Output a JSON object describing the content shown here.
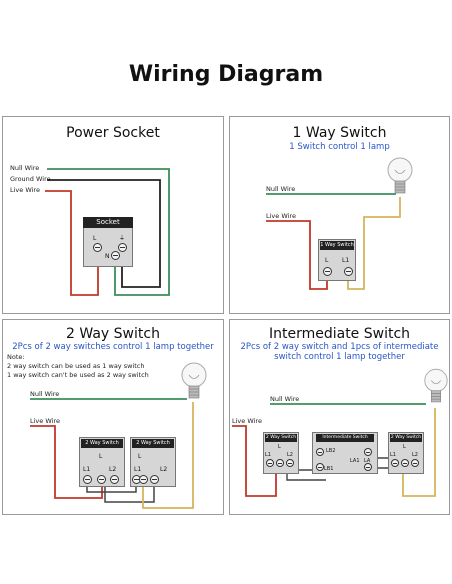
{
  "title": "Wiring Diagram",
  "colors": {
    "null_wire": "#3a8f5a",
    "ground_wire": "#222222",
    "live_wire": "#c0392b",
    "lamp_wire": "#d6b45c",
    "subtitle": "#2a55c8"
  },
  "power_socket": {
    "title": "Power Socket",
    "labels": {
      "null": "Null Wire",
      "ground": "Ground Wire",
      "live": "Live Wire"
    },
    "box_label": "Socket",
    "terminals": {
      "l": "L",
      "n": "N",
      "e": "⏚"
    }
  },
  "one_way": {
    "title": "1 Way Switch",
    "subtitle": "1 Switch control 1 lamp",
    "labels": {
      "null": "Null Wire",
      "live": "Live Wire"
    },
    "box_label": "1 Way Switch",
    "terminals": {
      "l": "L",
      "l1": "L1"
    }
  },
  "two_way": {
    "title": "2 Way Switch",
    "subtitle": "2Pcs of 2 way switches control 1 lamp together",
    "note_title": "Note:",
    "note_lines": [
      "2 way switch can be used as 1 way switch",
      "1 way switch can't be used as 2 way switch"
    ],
    "labels": {
      "null": "Null Wire",
      "live": "Live Wire"
    },
    "box_label": "2 Way Switch",
    "terminals": {
      "l": "L",
      "l1": "L1",
      "l2": "L2"
    }
  },
  "intermediate": {
    "title": "Intermediate Switch",
    "subtitle_line1": "2Pcs of 2 way switch and 1pcs of intermediate",
    "subtitle_line2": "switch control 1 lamp together",
    "labels": {
      "null": "Null Wire",
      "live": "Live Wire"
    },
    "box_label_2way": "2 Way Switch",
    "box_label_mid": "Intermediate Switch",
    "terminals": {
      "l": "L",
      "l1": "L1",
      "l2": "L2",
      "lb1": "LB1",
      "lb2": "LB2",
      "la1": "LA1",
      "la": "LA"
    }
  }
}
